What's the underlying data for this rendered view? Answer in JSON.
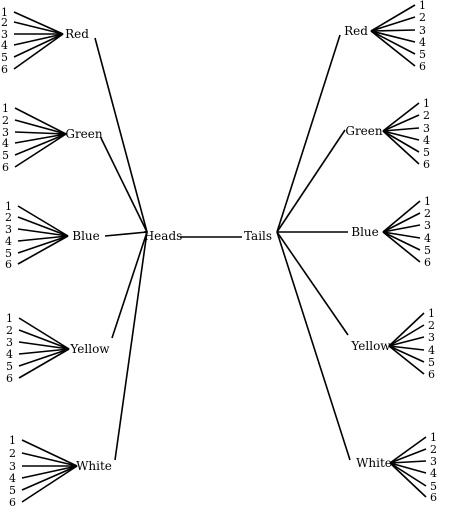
{
  "tree": {
    "root_left": "Heads",
    "root_right": "Tails",
    "colors": [
      "Red",
      "Green",
      "Blue",
      "Yellow",
      "White"
    ],
    "outcomes": [
      "1",
      "2",
      "3",
      "4",
      "5",
      "6"
    ]
  },
  "style": {
    "line_color": "#000000",
    "background": "#ffffff"
  }
}
